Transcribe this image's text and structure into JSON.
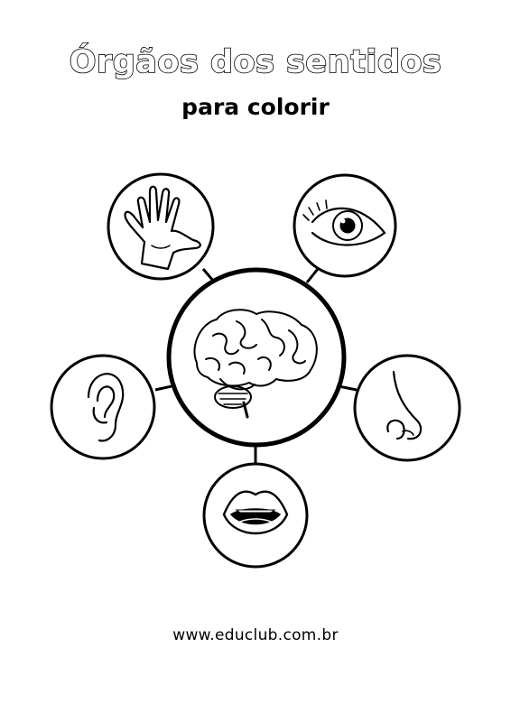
{
  "title": "Órgãos dos sentidos",
  "subtitle": "para colorir",
  "website": "www.educlub.com.br",
  "illustration": {
    "center": "brain-icon",
    "senses": [
      "hand-icon",
      "eye-icon",
      "ear-icon",
      "nose-icon",
      "mouth-icon"
    ]
  },
  "colors": {
    "ink": "#000000",
    "paper": "#ffffff"
  }
}
